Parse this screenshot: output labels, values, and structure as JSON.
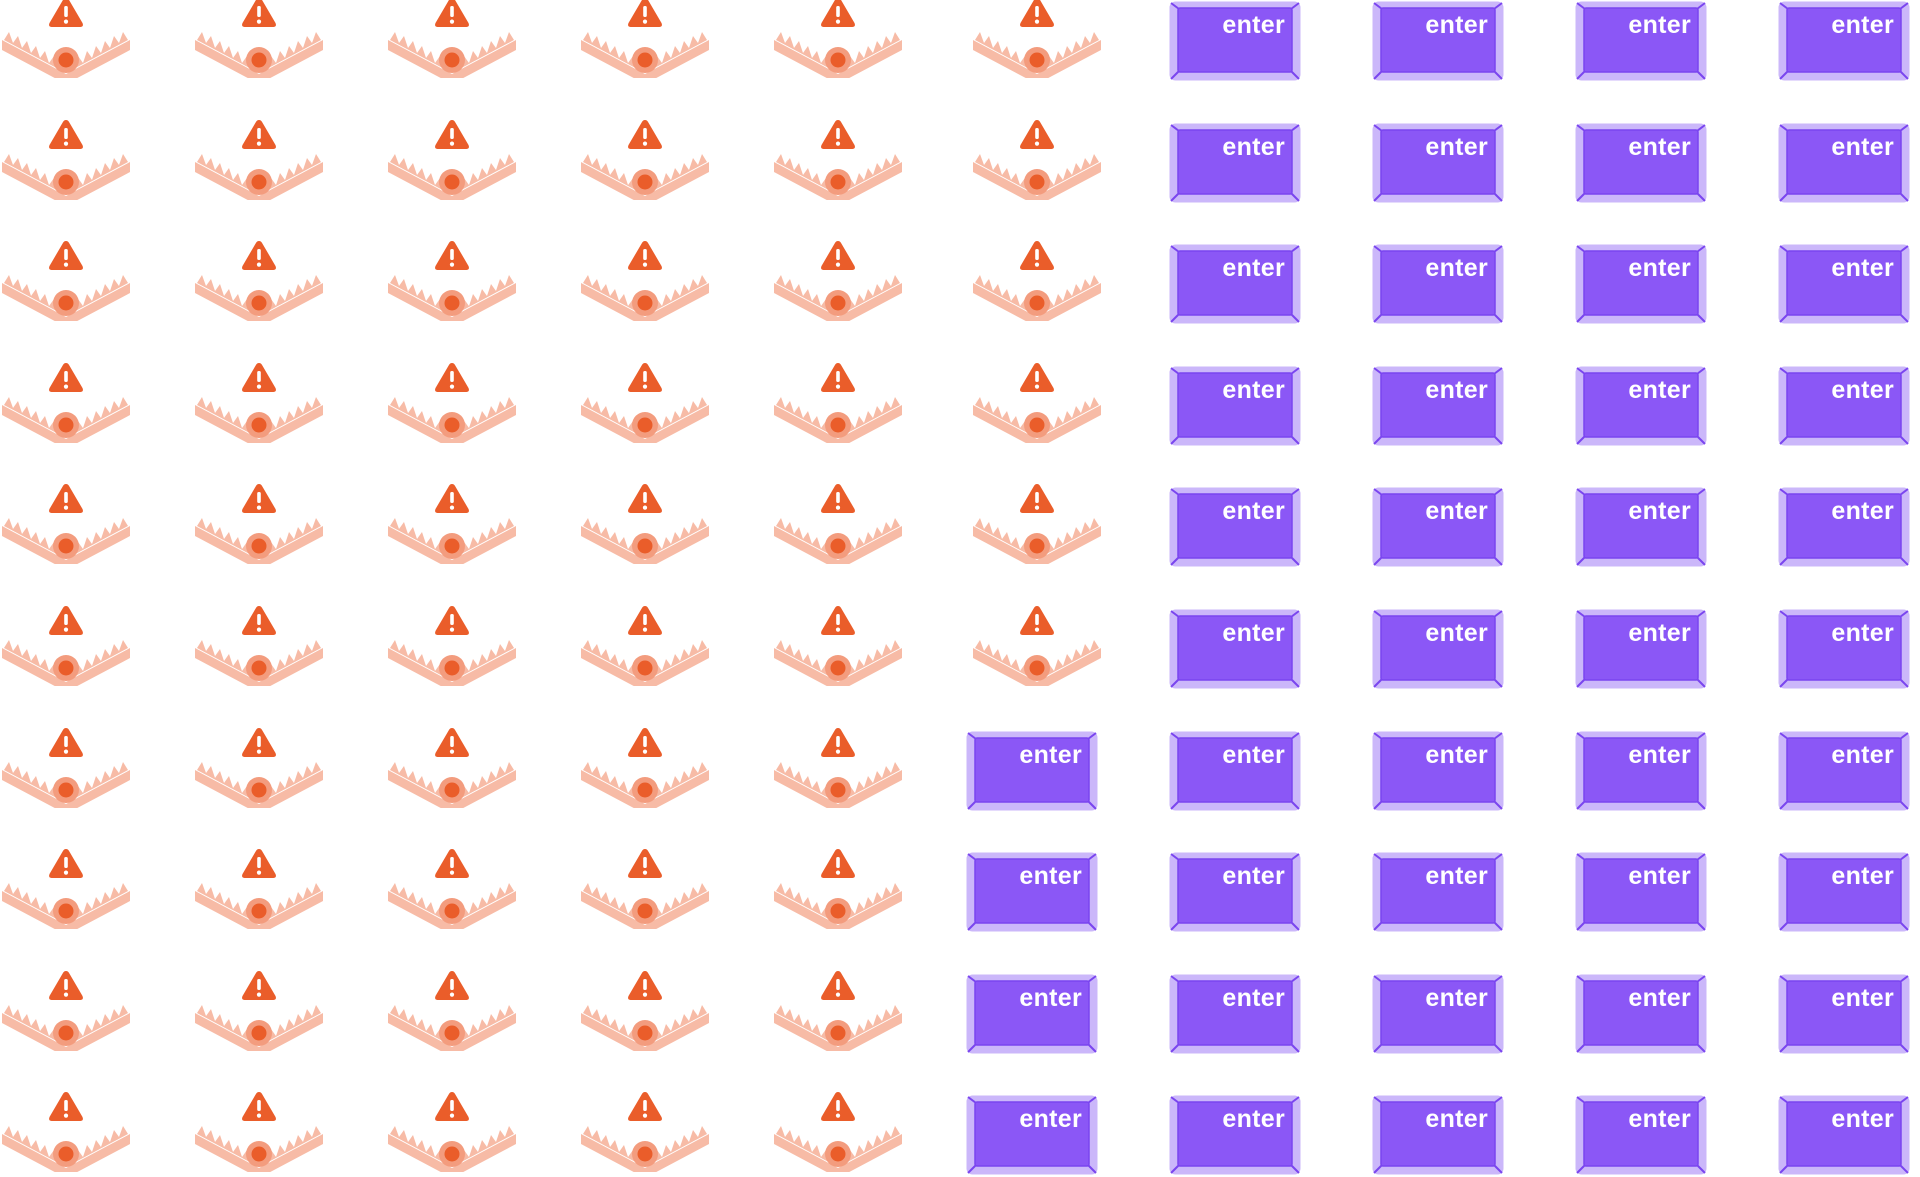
{
  "grid": {
    "rows": 10,
    "cols": 10,
    "trap_cols_by_row": [
      6,
      6,
      6,
      6,
      6,
      6,
      5,
      5,
      5,
      5
    ]
  },
  "key": {
    "label": "enter",
    "icon": "enter-key-icon"
  },
  "trap": {
    "icon": "bear-trap-warning-icon"
  },
  "colors": {
    "key_face": "#8b57f6",
    "key_frame": "#cbb7fa",
    "key_edge": "#7a45ef",
    "key_text": "#ffffff",
    "trap_jaw": "#f7bba6",
    "trap_center": "#f39c7e",
    "trap_accent": "#ea5d2a"
  }
}
